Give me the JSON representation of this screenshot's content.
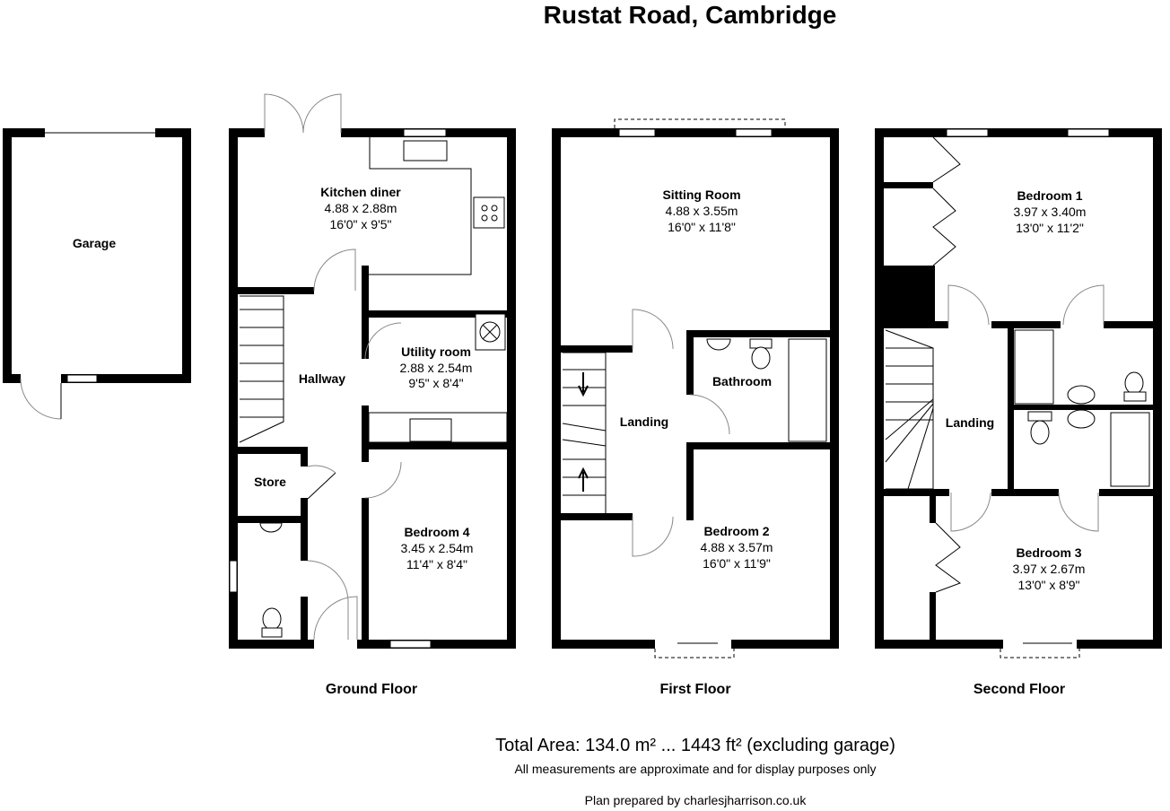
{
  "title": "Rustat Road, Cambridge",
  "garage": {
    "name": "Garage"
  },
  "ground_floor": {
    "label": "Ground Floor",
    "rooms": [
      {
        "name": "Kitchen diner",
        "metric": "4.88 x 2.88m",
        "imperial": "16'0\" x 9'5\""
      },
      {
        "name": "Hallway"
      },
      {
        "name": "Utility room",
        "metric": "2.88 x 2.54m",
        "imperial": "9'5\" x 8'4\""
      },
      {
        "name": "Store"
      },
      {
        "name": "Bedroom 4",
        "metric": "3.45 x 2.54m",
        "imperial": "11'4\" x 8'4\""
      }
    ]
  },
  "first_floor": {
    "label": "First Floor",
    "rooms": [
      {
        "name": "Sitting Room",
        "metric": "4.88 x 3.55m",
        "imperial": "16'0\" x 11'8\""
      },
      {
        "name": "Bathroom"
      },
      {
        "name": "Landing"
      },
      {
        "name": "Bedroom 2",
        "metric": "4.88 x 3.57m",
        "imperial": "16'0\" x 11'9\""
      }
    ]
  },
  "second_floor": {
    "label": "Second Floor",
    "rooms": [
      {
        "name": "Bedroom 1",
        "metric": "3.97 x 3.40m",
        "imperial": "13'0\" x 11'2\""
      },
      {
        "name": "Landing"
      },
      {
        "name": "Bedroom 3",
        "metric": "3.97 x 2.67m",
        "imperial": "13'0\" x 8'9\""
      }
    ]
  },
  "footer": {
    "total_area": "Total Area: 134.0 m² ... 1443 ft² (excluding garage)",
    "disclaimer": "All measurements are approximate and for display purposes only",
    "credit": "Plan prepared by charlesjharrison.co.uk"
  }
}
